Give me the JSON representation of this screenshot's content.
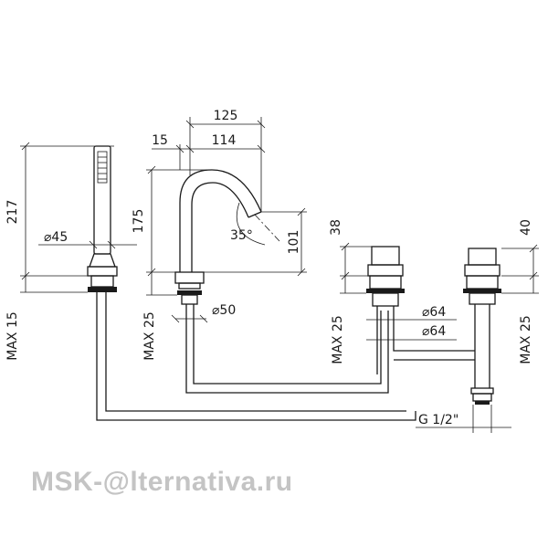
{
  "dimensions": {
    "width_125": "125",
    "width_15": "15",
    "width_114": "114",
    "height_217": "217",
    "dia_45": "⌀45",
    "height_175": "175",
    "angle_35": "35°",
    "height_101": "101",
    "height_38": "38",
    "height_40": "40",
    "max_15": "MAX 15",
    "max_25_left": "MAX 25",
    "dia_50": "⌀50",
    "max_25_mid": "MAX 25",
    "dia_64_top": "⌀64",
    "dia_64_bottom": "⌀64",
    "max_25_right": "MAX 25",
    "thread_g12": "G 1/2\""
  },
  "logo": {
    "text": "MSK-@lternativa.ru"
  }
}
